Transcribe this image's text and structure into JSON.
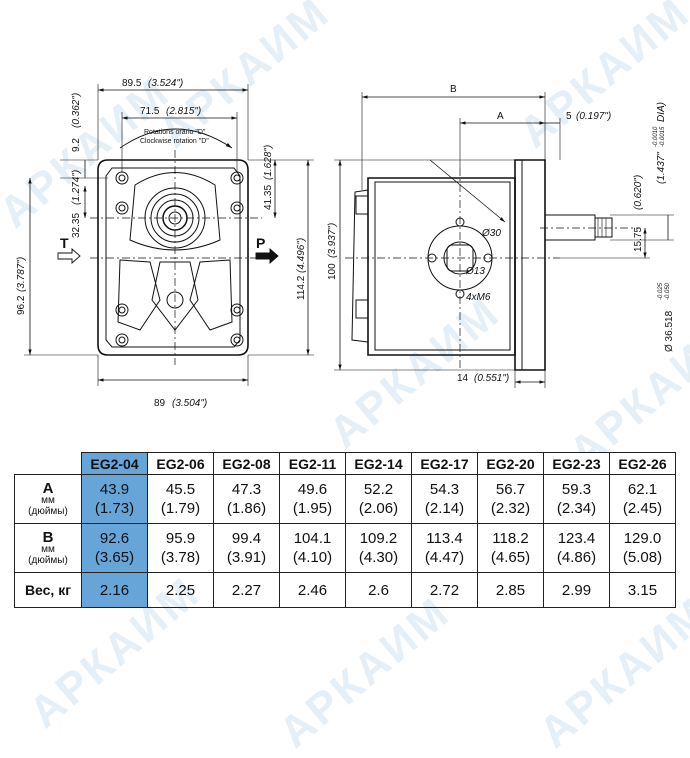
{
  "watermark": "АРКАИМ",
  "drawing": {
    "front": {
      "width_overall": "89.5",
      "width_overall_in": "(3.524\")",
      "bolt_span": "71.5",
      "bolt_span_in": "(2.815\")",
      "rotation_ccw": "Rotations orario \"D\"",
      "rotation_cw": "Clockwise rotation \"D\"",
      "top_offset": "9.2",
      "top_offset_in": "(0.362\")",
      "port_height": "32.35",
      "port_height_in": "(1.274\")",
      "left_height": "96.2",
      "left_height_in": "(3.787\")",
      "right_offset": "41.35",
      "right_offset_in": "(1.628\")",
      "right_height": "114.2",
      "right_height_in": "(4.496\")",
      "base_width": "89",
      "base_width_in": "(3.504\")",
      "port_t": "T",
      "port_p": "P"
    },
    "side": {
      "dim_b": "B",
      "dim_a": "A",
      "flange": "5",
      "flange_in": "(0.197\")",
      "height": "100",
      "height_in": "(3.937\")",
      "shaft_dia_in": "(1.437\"",
      "shaft_tol_upper_in": "-0.0010",
      "shaft_tol_lower_in": "-0.0015",
      "shaft_dia_in_suffix": "DIA)",
      "shaft_off_in": "(0.620\")",
      "shaft_off": "15.75",
      "shaft_dia": "Ø 36.518",
      "shaft_tol_upper": "-0.025",
      "shaft_tol_lower": "-0.050",
      "port_dia": "Ø30",
      "port_inner": "Ø13",
      "bolts": "4xM6",
      "base": "14",
      "base_in": "(0.551\")"
    }
  },
  "table": {
    "models": [
      "EG2-04",
      "EG2-06",
      "EG2-08",
      "EG2-11",
      "EG2-14",
      "EG2-17",
      "EG2-20",
      "EG2-23",
      "EG2-26"
    ],
    "row_a": {
      "label": "A",
      "unit1": "мм",
      "unit2": "(дюймы)",
      "mm": [
        "43.9",
        "45.5",
        "47.3",
        "49.6",
        "52.2",
        "54.3",
        "56.7",
        "59.3",
        "62.1"
      ],
      "inch": [
        "(1.73)",
        "(1.79)",
        "(1.86)",
        "(1.95)",
        "(2.06)",
        "(2.14)",
        "(2.32)",
        "(2.34)",
        "(2.45)"
      ]
    },
    "row_b": {
      "label": "B",
      "unit1": "мм",
      "unit2": "(дюймы)",
      "mm": [
        "92.6",
        "95.9",
        "99.4",
        "104.1",
        "109.2",
        "113.4",
        "118.2",
        "123.4",
        "129.0"
      ],
      "inch": [
        "(3.65)",
        "(3.78)",
        "(3.91)",
        "(4.10)",
        "(4.30)",
        "(4.47)",
        "(4.65)",
        "(4.86)",
        "(5.08)"
      ]
    },
    "row_w": {
      "label": "Вес, кг",
      "values": [
        "2.16",
        "2.25",
        "2.27",
        "2.46",
        "2.6",
        "2.72",
        "2.85",
        "2.99",
        "3.15"
      ]
    },
    "highlight_color": "#67a5d9",
    "highlight_column": 0
  }
}
